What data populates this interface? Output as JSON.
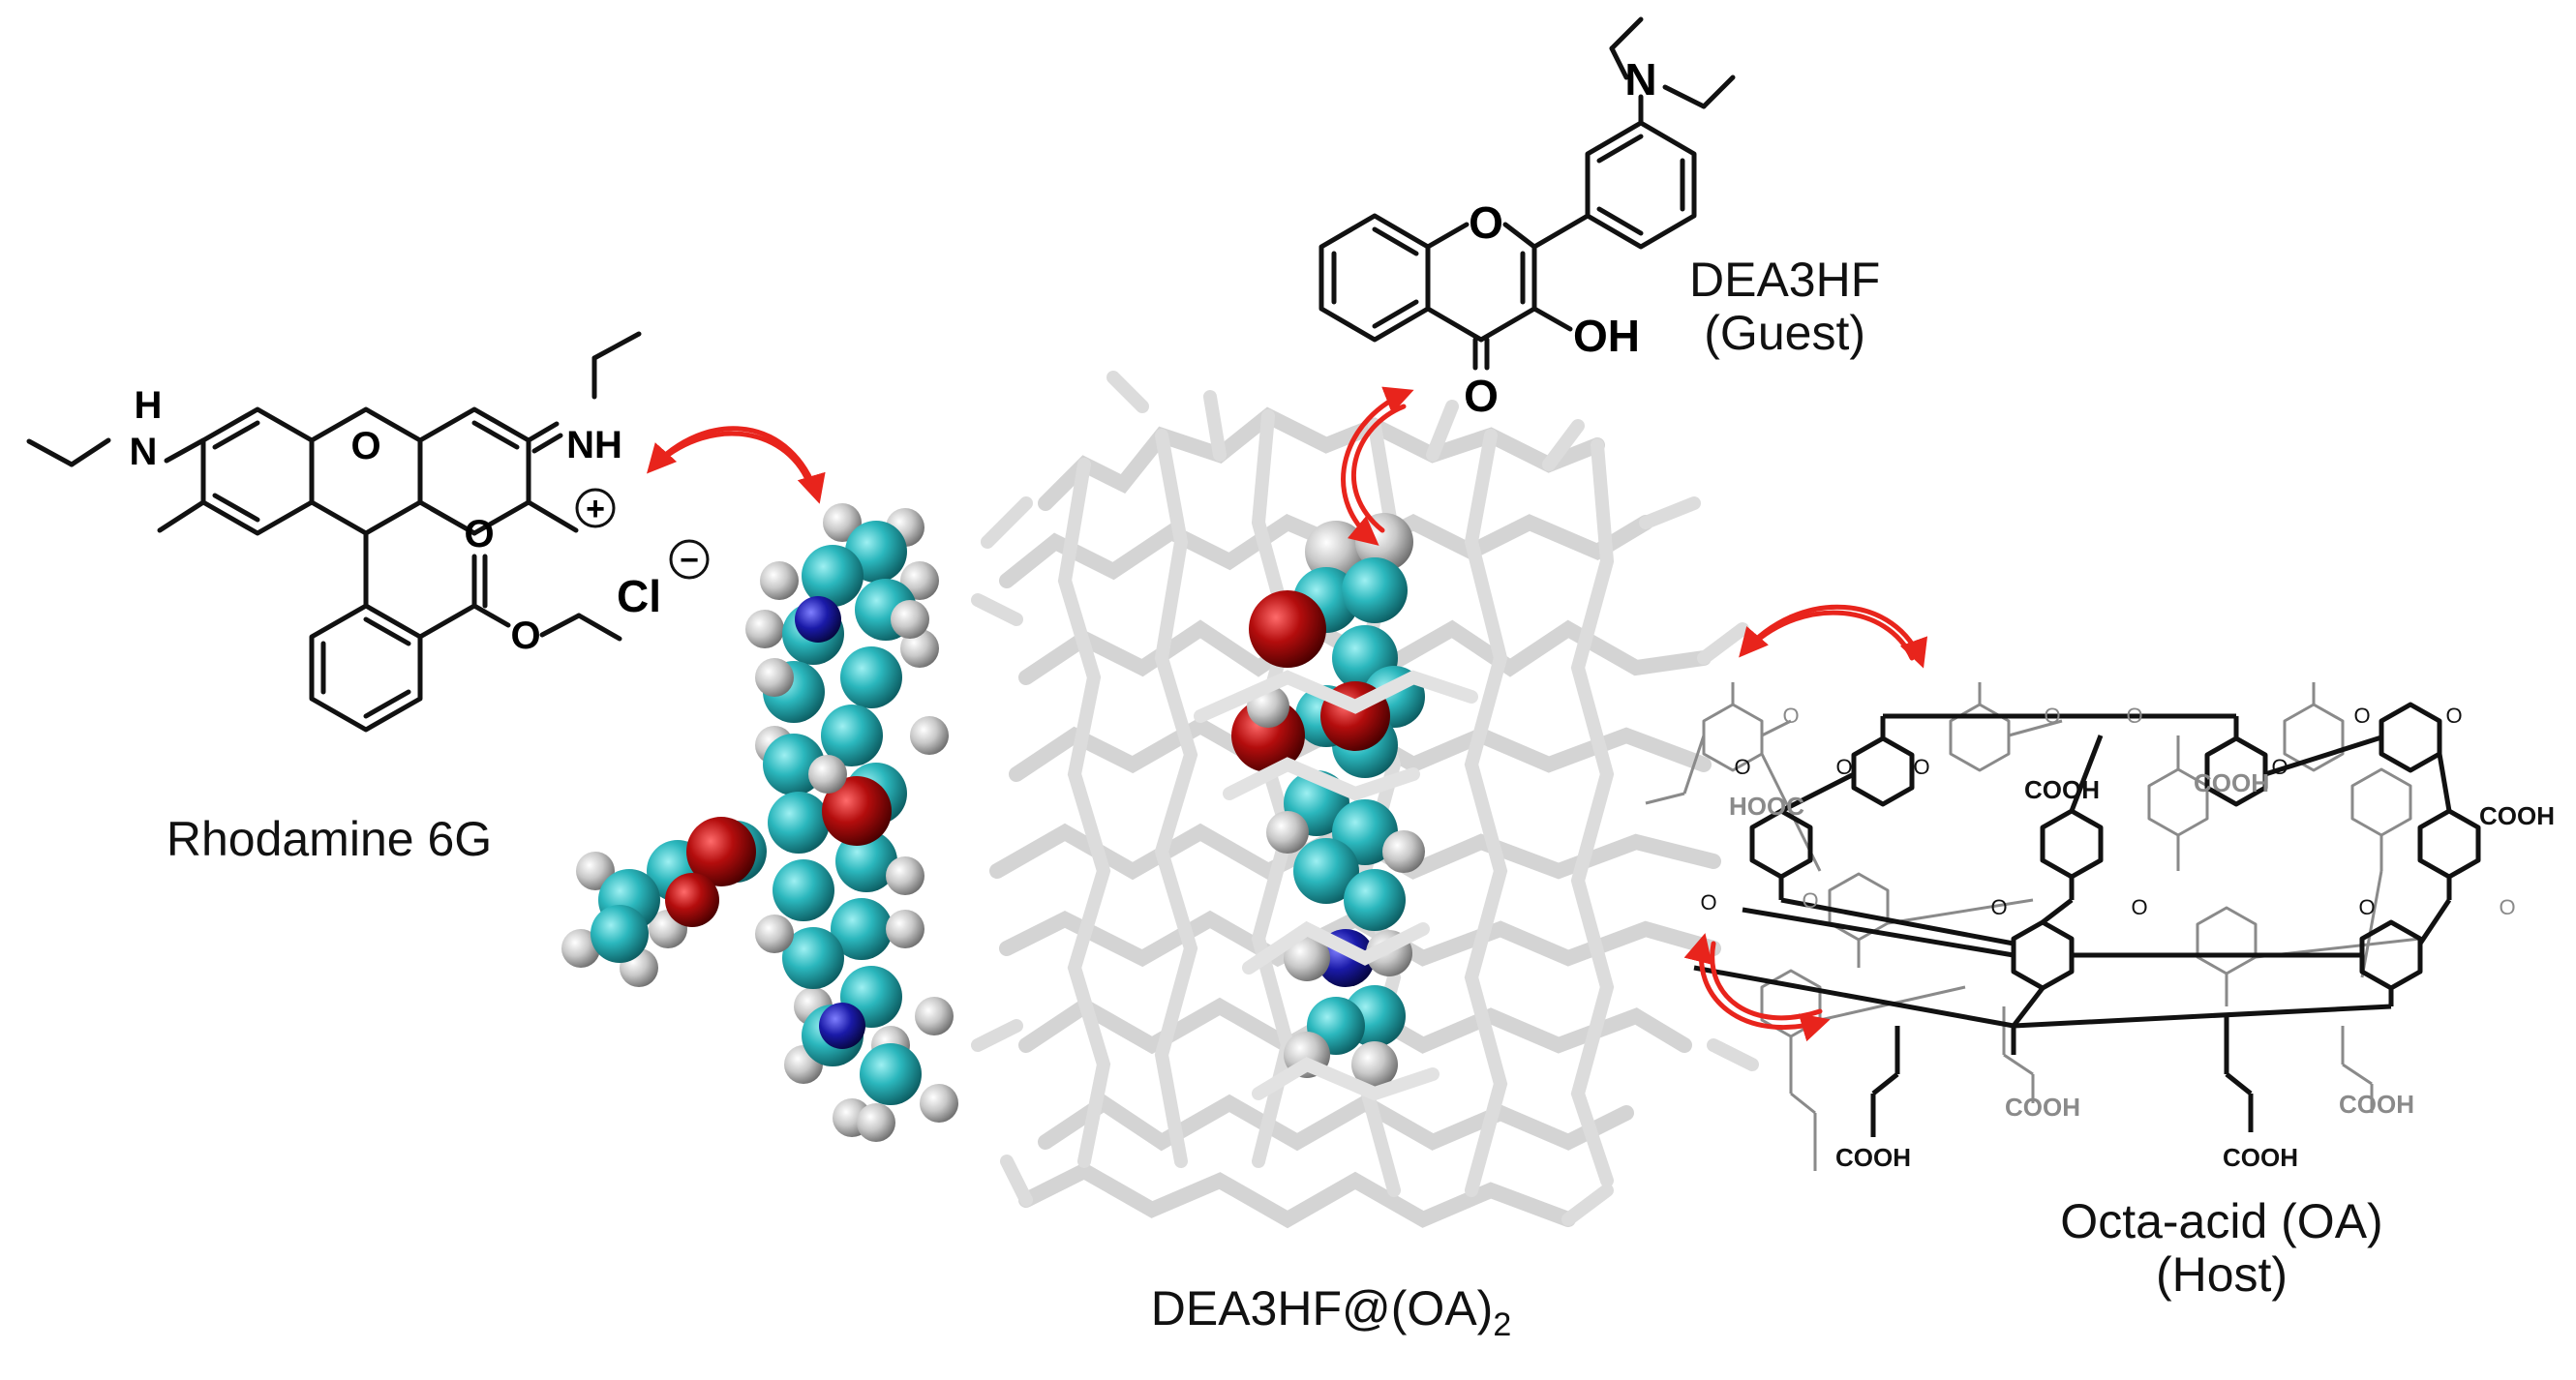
{
  "labels": {
    "rhodamine_name": "Rhodamine 6G",
    "guest_name": "DEA3HF",
    "guest_role": "(Guest)",
    "complex_main": "DEA3HF@(OA)",
    "complex_sub": "2",
    "host_name": "Octa-acid (OA)",
    "host_role": "(Host)"
  },
  "atoms": {
    "nh_left_h": "H",
    "nh_left_n": "N",
    "nh_right": "NH",
    "plus": "+",
    "minus": "−",
    "chloride": "Cl",
    "oxygen": "O",
    "guest_n": "N",
    "guest_oh": "OH",
    "guest_o": "O",
    "cooh": "COOH",
    "hooc": "HOOC"
  },
  "colors": {
    "carbon_cyan": "#2bb7bd",
    "oxygen_red": "#b40d0d",
    "hydrogen_grey": "#bdbdbd",
    "nitrogen_blue": "#1a1aa8",
    "host_stick_grey": "#d4d4d4",
    "arrow_red": "#e8241c",
    "host_front_black": "#111111",
    "host_back_grey": "#8a8a8a"
  }
}
